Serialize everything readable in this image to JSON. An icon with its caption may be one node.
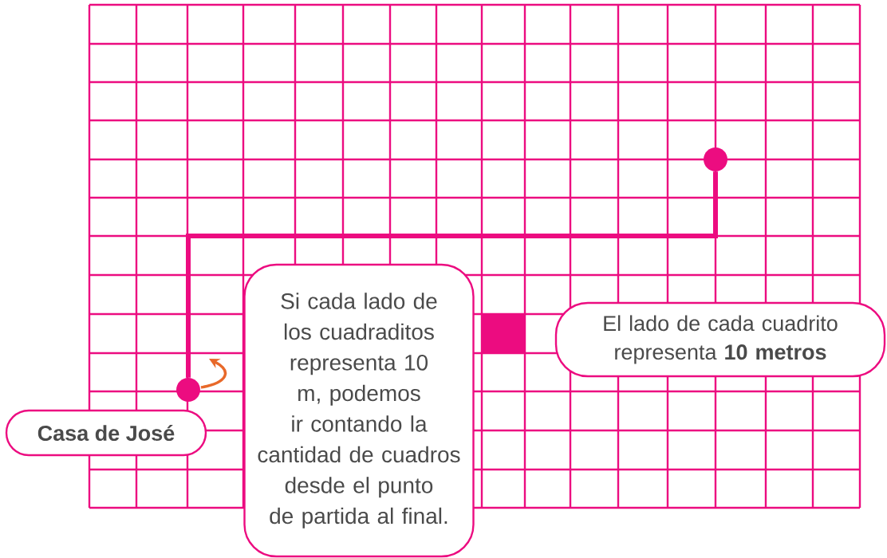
{
  "diagram": {
    "nodes": [
      {
        "text": [
          "Casa de José"
        ]
      },
      {
        "text": [
          "Si cada lado de los cuadraditos representa 10 m, podemos ir contando la cantidad de cuadros desde el punto de partida al final."
        ]
      },
      {
        "text": [
          "El lado de cada cuadrito representa **10 metros**"
        ]
      },
      {
        "text": [],
        "shape": "circle"
      },
      {
        "text": [],
        "shape": "circle"
      }
    ],
    "edges": [
      {
        "from": 3,
        "to": 4,
        "arrow": "none"
      }
    ]
  }
}
